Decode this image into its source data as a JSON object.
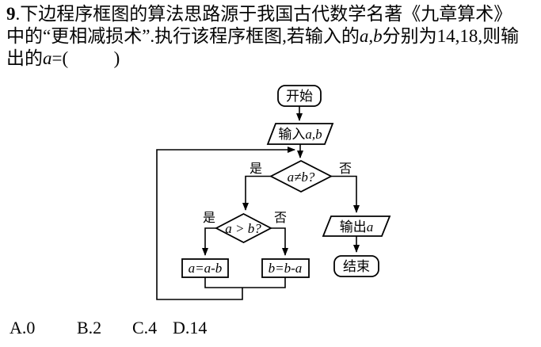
{
  "question": {
    "number": "9",
    "line1_rest": ".下边程序框图的算法思路源于我国古代数学名著《九章算术》",
    "line2_pre": "中的“更相减损术”.执行该程序框图,若输入的",
    "line2_math": "a,b",
    "line2_post": "分别为14,18,则输",
    "line3_pre": "出的",
    "line3_math": "a",
    "line3_post": "=(          )"
  },
  "flowchart": {
    "start_label": "开始",
    "input_prefix": "输入",
    "input_vars": "a,b",
    "decision1_label": "a≠b?",
    "decision2_label": "a > b?",
    "assign_a_label": "a=a-b",
    "assign_b_label": "b=b-a",
    "output_prefix": "输出",
    "output_var": "a",
    "end_label": "结束",
    "yes_label": "是",
    "no_label": "否"
  },
  "options": [
    {
      "label": "A.0"
    },
    {
      "label": "B.2"
    },
    {
      "label": "C.4"
    },
    {
      "label": "D.14"
    }
  ]
}
